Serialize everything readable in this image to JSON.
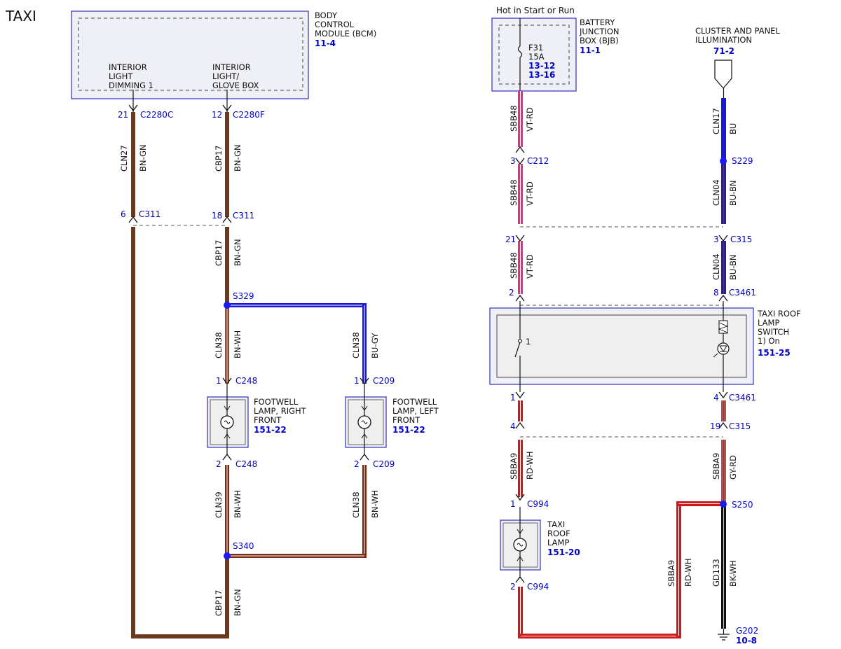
{
  "title": "TAXI",
  "hot_label": "Hot in Start or Run",
  "colors": {
    "BN-GN": "#6b3a1e",
    "BN-WH": "#7a2a14",
    "BU-GY": "#1a1ad6",
    "VT-RD": "#e0308a",
    "BU": "#1a1ad6",
    "BU-BN": "#1a1ad6",
    "RD-WH": "#d01818",
    "GY-RD": "#8a6060",
    "BK-WH": "#111111",
    "splice": "#1a1aff",
    "link": "#0000cc"
  },
  "components": {
    "bcm": {
      "line1": "BODY",
      "line2": "CONTROL",
      "line3": "MODULE (BCM)",
      "ref": "11-4"
    },
    "bcm_pin_a": {
      "line1": "INTERIOR",
      "line2": "LIGHT",
      "line3": "DIMMING 1"
    },
    "bcm_pin_b": {
      "line1": "INTERIOR",
      "line2": "LIGHT/",
      "line3": "GLOVE BOX"
    },
    "bjb": {
      "line1": "BATTERY",
      "line2": "JUNCTION",
      "line3": "BOX (BJB)",
      "ref": "11-1"
    },
    "fuse": {
      "name": "F31",
      "rating": "15A",
      "ref1": "13-12",
      "ref2": "13-16"
    },
    "cluster": {
      "line1": "CLUSTER AND PANEL",
      "line2": "ILLUMINATION",
      "ref": "71-2"
    },
    "taxi_switch": {
      "line1": "TAXI ROOF",
      "line2": "LAMP",
      "line3": "SWITCH",
      "line4": "1) On",
      "ref": "151-25",
      "pos": "1"
    },
    "fw_right": {
      "line1": "FOOTWELL",
      "line2": "LAMP, RIGHT",
      "line3": "FRONT",
      "ref": "151-22"
    },
    "fw_left": {
      "line1": "FOOTWELL",
      "line2": "LAMP, LEFT",
      "line3": "FRONT",
      "ref": "151-22"
    },
    "roof_lamp": {
      "line1": "TAXI",
      "line2": "ROOF",
      "line3": "LAMP",
      "ref": "151-20"
    },
    "ground": {
      "name": "G202",
      "ref": "10-8"
    }
  },
  "connectors": [
    {
      "id": "c1",
      "pin": "21",
      "name": "C2280C"
    },
    {
      "id": "c2",
      "pin": "12",
      "name": "C2280F"
    },
    {
      "id": "c3",
      "pin": "6",
      "name": "C311"
    },
    {
      "id": "c4",
      "pin": "18",
      "name": "C311"
    },
    {
      "id": "c5",
      "pin": "1",
      "name": "C248"
    },
    {
      "id": "c6",
      "pin": "1",
      "name": "C209"
    },
    {
      "id": "c7",
      "pin": "2",
      "name": "C248"
    },
    {
      "id": "c8",
      "pin": "2",
      "name": "C209"
    },
    {
      "id": "c9",
      "pin": "3",
      "name": "C212"
    },
    {
      "id": "c10",
      "pin": "21",
      "name": ""
    },
    {
      "id": "c11",
      "pin": "2",
      "name": ""
    },
    {
      "id": "c12",
      "pin": "3",
      "name": "C315"
    },
    {
      "id": "c13",
      "pin": "8",
      "name": "C3461"
    },
    {
      "id": "c14",
      "pin": "1",
      "name": ""
    },
    {
      "id": "c15",
      "pin": "4",
      "name": "C3461"
    },
    {
      "id": "c16",
      "pin": "4",
      "name": ""
    },
    {
      "id": "c17",
      "pin": "19",
      "name": "C315"
    },
    {
      "id": "c18",
      "pin": "1",
      "name": "C994"
    },
    {
      "id": "c19",
      "pin": "2",
      "name": "C994"
    }
  ],
  "splices": [
    "S329",
    "S340",
    "S229",
    "S250"
  ],
  "wires": [
    {
      "id": "w1",
      "circuit": "CLN27",
      "color": "BN-GN"
    },
    {
      "id": "w2",
      "circuit": "CBP17",
      "color": "BN-GN"
    },
    {
      "id": "w3",
      "circuit": "CBP17",
      "color": "BN-GN"
    },
    {
      "id": "w4",
      "circuit": "CLN38",
      "color": "BN-WH"
    },
    {
      "id": "w5",
      "circuit": "CLN38",
      "color": "BU-GY"
    },
    {
      "id": "w6",
      "circuit": "CLN39",
      "color": "BN-WH"
    },
    {
      "id": "w7",
      "circuit": "CLN38",
      "color": "BN-WH"
    },
    {
      "id": "w8",
      "circuit": "CBP17",
      "color": "BN-GN"
    },
    {
      "id": "w9",
      "circuit": "SBB48",
      "color": "VT-RD"
    },
    {
      "id": "w10",
      "circuit": "SBB48",
      "color": "VT-RD"
    },
    {
      "id": "w11",
      "circuit": "SBB48",
      "color": "VT-RD"
    },
    {
      "id": "w12",
      "circuit": "CLN17",
      "color": "BU"
    },
    {
      "id": "w13",
      "circuit": "CLN04",
      "color": "BU-BN"
    },
    {
      "id": "w14",
      "circuit": "CLN04",
      "color": "BU-BN"
    },
    {
      "id": "w15",
      "circuit": "SBBA9",
      "color": "RD-WH"
    },
    {
      "id": "w16",
      "circuit": "SBBA9",
      "color": "GY-RD"
    },
    {
      "id": "w17",
      "circuit": "SBBA9",
      "color": "RD-WH"
    },
    {
      "id": "w18",
      "circuit": "GD133",
      "color": "BK-WH"
    }
  ]
}
